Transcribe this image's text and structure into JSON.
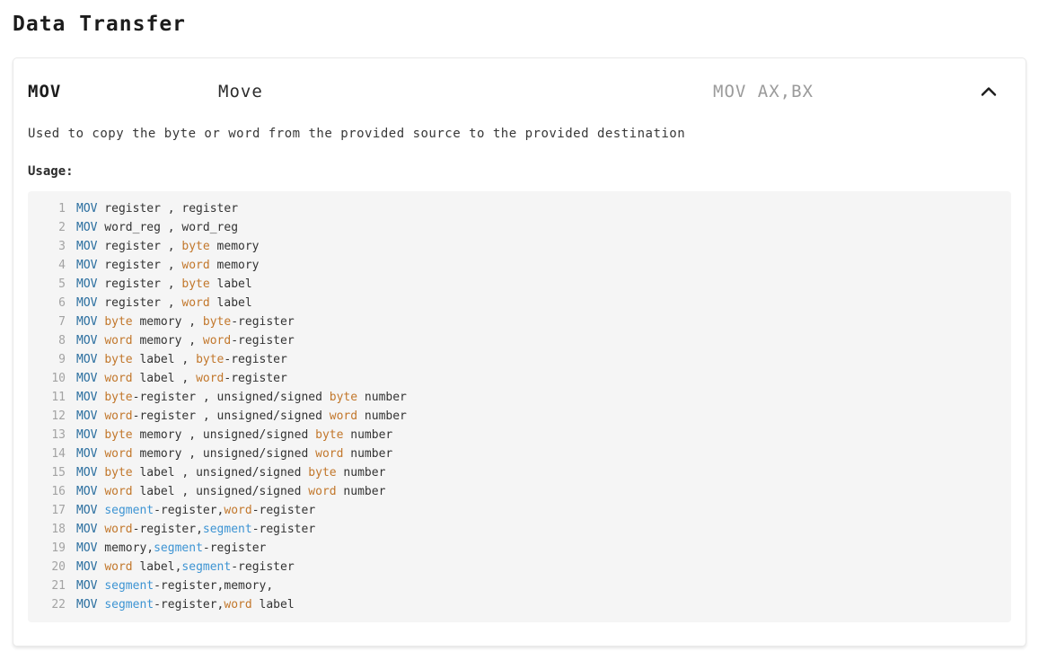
{
  "page": {
    "title": "Data Transfer"
  },
  "card": {
    "mnemonic": "MOV",
    "name": "Move",
    "example": "MOV AX,BX",
    "description": "Used to copy the byte or word from the provided source to the provided destination",
    "usage_label": "Usage:",
    "collapse_icon": "chevron-up-icon",
    "expanded": true
  },
  "colors": {
    "keyword": "#2a6e9f",
    "type": "#c2772b",
    "segment": "#3d94d3",
    "plain": "#333333",
    "line_number": "#a3a3a3",
    "code_background": "#f5f5f5",
    "example_text": "#9b9b9b",
    "card_border": "#e9e9e9"
  },
  "code": {
    "lines": [
      {
        "num": 1,
        "tokens": [
          {
            "t": "MOV",
            "c": "kw"
          },
          {
            "t": " register , register",
            "c": "plain"
          }
        ]
      },
      {
        "num": 2,
        "tokens": [
          {
            "t": "MOV",
            "c": "kw"
          },
          {
            "t": " word_reg , word_reg",
            "c": "plain"
          }
        ]
      },
      {
        "num": 3,
        "tokens": [
          {
            "t": "MOV",
            "c": "kw"
          },
          {
            "t": " register , ",
            "c": "plain"
          },
          {
            "t": "byte",
            "c": "type"
          },
          {
            "t": " memory",
            "c": "plain"
          }
        ]
      },
      {
        "num": 4,
        "tokens": [
          {
            "t": "MOV",
            "c": "kw"
          },
          {
            "t": " register , ",
            "c": "plain"
          },
          {
            "t": "word",
            "c": "type"
          },
          {
            "t": " memory",
            "c": "plain"
          }
        ]
      },
      {
        "num": 5,
        "tokens": [
          {
            "t": "MOV",
            "c": "kw"
          },
          {
            "t": " register , ",
            "c": "plain"
          },
          {
            "t": "byte",
            "c": "type"
          },
          {
            "t": " label",
            "c": "plain"
          }
        ]
      },
      {
        "num": 6,
        "tokens": [
          {
            "t": "MOV",
            "c": "kw"
          },
          {
            "t": " register , ",
            "c": "plain"
          },
          {
            "t": "word",
            "c": "type"
          },
          {
            "t": " label",
            "c": "plain"
          }
        ]
      },
      {
        "num": 7,
        "tokens": [
          {
            "t": "MOV",
            "c": "kw"
          },
          {
            "t": " ",
            "c": "plain"
          },
          {
            "t": "byte",
            "c": "type"
          },
          {
            "t": " memory , ",
            "c": "plain"
          },
          {
            "t": "byte",
            "c": "type"
          },
          {
            "t": "-register",
            "c": "plain"
          }
        ]
      },
      {
        "num": 8,
        "tokens": [
          {
            "t": "MOV",
            "c": "kw"
          },
          {
            "t": " ",
            "c": "plain"
          },
          {
            "t": "word",
            "c": "type"
          },
          {
            "t": " memory , ",
            "c": "plain"
          },
          {
            "t": "word",
            "c": "type"
          },
          {
            "t": "-register",
            "c": "plain"
          }
        ]
      },
      {
        "num": 9,
        "tokens": [
          {
            "t": "MOV",
            "c": "kw"
          },
          {
            "t": " ",
            "c": "plain"
          },
          {
            "t": "byte",
            "c": "type"
          },
          {
            "t": " label , ",
            "c": "plain"
          },
          {
            "t": "byte",
            "c": "type"
          },
          {
            "t": "-register",
            "c": "plain"
          }
        ]
      },
      {
        "num": 10,
        "tokens": [
          {
            "t": "MOV",
            "c": "kw"
          },
          {
            "t": " ",
            "c": "plain"
          },
          {
            "t": "word",
            "c": "type"
          },
          {
            "t": " label , ",
            "c": "plain"
          },
          {
            "t": "word",
            "c": "type"
          },
          {
            "t": "-register",
            "c": "plain"
          }
        ]
      },
      {
        "num": 11,
        "tokens": [
          {
            "t": "MOV",
            "c": "kw"
          },
          {
            "t": " ",
            "c": "plain"
          },
          {
            "t": "byte",
            "c": "type"
          },
          {
            "t": "-register , unsigned/signed ",
            "c": "plain"
          },
          {
            "t": "byte",
            "c": "type"
          },
          {
            "t": " number",
            "c": "plain"
          }
        ]
      },
      {
        "num": 12,
        "tokens": [
          {
            "t": "MOV",
            "c": "kw"
          },
          {
            "t": " ",
            "c": "plain"
          },
          {
            "t": "word",
            "c": "type"
          },
          {
            "t": "-register , unsigned/signed ",
            "c": "plain"
          },
          {
            "t": "word",
            "c": "type"
          },
          {
            "t": " number",
            "c": "plain"
          }
        ]
      },
      {
        "num": 13,
        "tokens": [
          {
            "t": "MOV",
            "c": "kw"
          },
          {
            "t": " ",
            "c": "plain"
          },
          {
            "t": "byte",
            "c": "type"
          },
          {
            "t": " memory , unsigned/signed ",
            "c": "plain"
          },
          {
            "t": "byte",
            "c": "type"
          },
          {
            "t": " number",
            "c": "plain"
          }
        ]
      },
      {
        "num": 14,
        "tokens": [
          {
            "t": "MOV",
            "c": "kw"
          },
          {
            "t": " ",
            "c": "plain"
          },
          {
            "t": "word",
            "c": "type"
          },
          {
            "t": " memory , unsigned/signed ",
            "c": "plain"
          },
          {
            "t": "word",
            "c": "type"
          },
          {
            "t": " number",
            "c": "plain"
          }
        ]
      },
      {
        "num": 15,
        "tokens": [
          {
            "t": "MOV",
            "c": "kw"
          },
          {
            "t": " ",
            "c": "plain"
          },
          {
            "t": "byte",
            "c": "type"
          },
          {
            "t": " label , unsigned/signed ",
            "c": "plain"
          },
          {
            "t": "byte",
            "c": "type"
          },
          {
            "t": " number",
            "c": "plain"
          }
        ]
      },
      {
        "num": 16,
        "tokens": [
          {
            "t": "MOV",
            "c": "kw"
          },
          {
            "t": " ",
            "c": "plain"
          },
          {
            "t": "word",
            "c": "type"
          },
          {
            "t": " label , unsigned/signed ",
            "c": "plain"
          },
          {
            "t": "word",
            "c": "type"
          },
          {
            "t": " number",
            "c": "plain"
          }
        ]
      },
      {
        "num": 17,
        "tokens": [
          {
            "t": "MOV",
            "c": "kw"
          },
          {
            "t": " ",
            "c": "plain"
          },
          {
            "t": "segment",
            "c": "seg"
          },
          {
            "t": "-register,",
            "c": "plain"
          },
          {
            "t": "word",
            "c": "type"
          },
          {
            "t": "-register",
            "c": "plain"
          }
        ]
      },
      {
        "num": 18,
        "tokens": [
          {
            "t": "MOV",
            "c": "kw"
          },
          {
            "t": " ",
            "c": "plain"
          },
          {
            "t": "word",
            "c": "type"
          },
          {
            "t": "-register,",
            "c": "plain"
          },
          {
            "t": "segment",
            "c": "seg"
          },
          {
            "t": "-register",
            "c": "plain"
          }
        ]
      },
      {
        "num": 19,
        "tokens": [
          {
            "t": "MOV",
            "c": "kw"
          },
          {
            "t": " memory,",
            "c": "plain"
          },
          {
            "t": "segment",
            "c": "seg"
          },
          {
            "t": "-register",
            "c": "plain"
          }
        ]
      },
      {
        "num": 20,
        "tokens": [
          {
            "t": "MOV",
            "c": "kw"
          },
          {
            "t": " ",
            "c": "plain"
          },
          {
            "t": "word",
            "c": "type"
          },
          {
            "t": " label,",
            "c": "plain"
          },
          {
            "t": "segment",
            "c": "seg"
          },
          {
            "t": "-register",
            "c": "plain"
          }
        ]
      },
      {
        "num": 21,
        "tokens": [
          {
            "t": "MOV",
            "c": "kw"
          },
          {
            "t": " ",
            "c": "plain"
          },
          {
            "t": "segment",
            "c": "seg"
          },
          {
            "t": "-register,memory,",
            "c": "plain"
          }
        ]
      },
      {
        "num": 22,
        "tokens": [
          {
            "t": "MOV",
            "c": "kw"
          },
          {
            "t": " ",
            "c": "plain"
          },
          {
            "t": "segment",
            "c": "seg"
          },
          {
            "t": "-register,",
            "c": "plain"
          },
          {
            "t": "word",
            "c": "type"
          },
          {
            "t": " label",
            "c": "plain"
          }
        ]
      }
    ]
  }
}
